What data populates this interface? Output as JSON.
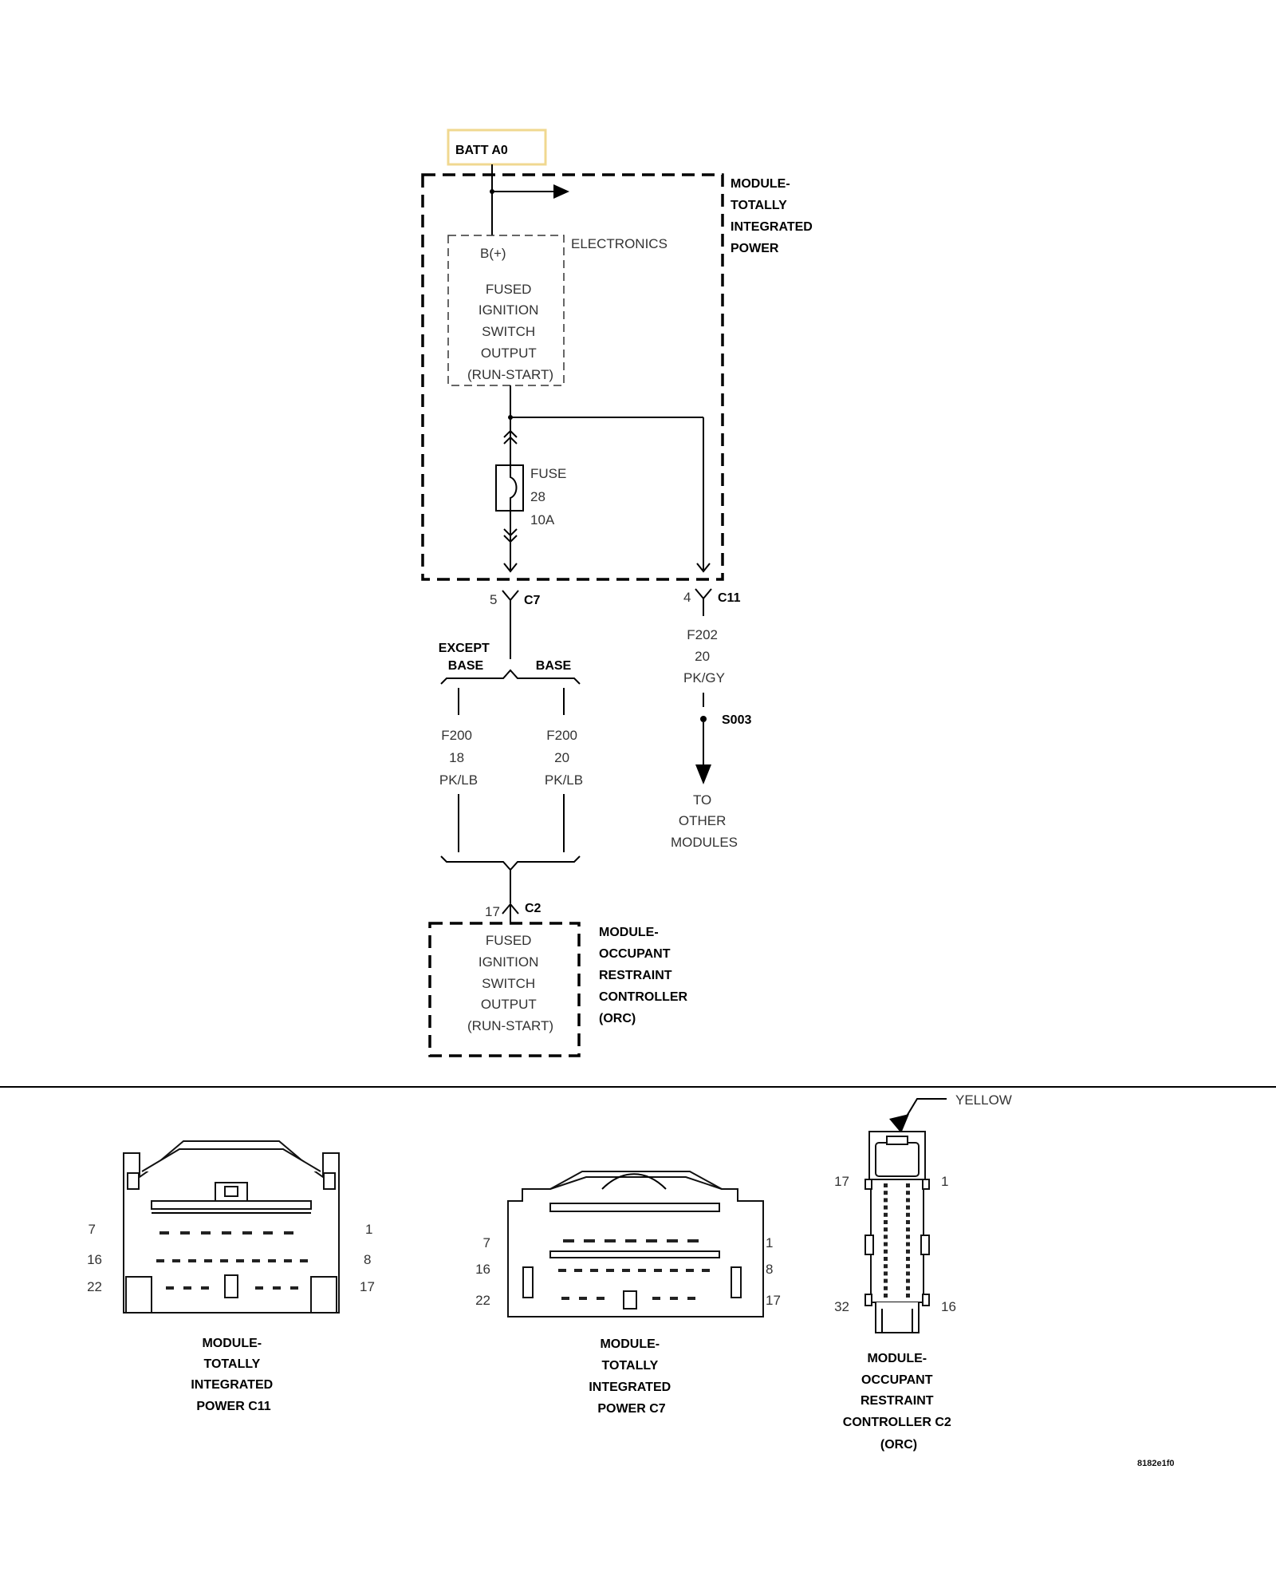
{
  "schematic": {
    "batt_label": "BATT A0",
    "tipm_module": [
      "MODULE-",
      "TOTALLY",
      "INTEGRATED",
      "POWER"
    ],
    "electronics_label": "ELECTRONICS",
    "bplus_label": "B(+)",
    "fused_output_tipm": [
      "FUSED",
      "IGNITION",
      "SWITCH",
      "OUTPUT",
      "(RUN-START)"
    ],
    "fuse": [
      "FUSE",
      "28",
      "10A"
    ],
    "c7_pin": "5",
    "c7_label": "C7",
    "c11_pin": "4",
    "c11_label": "C11",
    "c11_wire": [
      "F202",
      "20",
      "PK/GY"
    ],
    "splice_label": "S003",
    "to_other": [
      "TO",
      "OTHER",
      "MODULES"
    ],
    "except_base": [
      "EXCEPT",
      "BASE"
    ],
    "base_label": "BASE",
    "wire_except": [
      "F200",
      "18",
      "PK/LB"
    ],
    "wire_base": [
      "F200",
      "20",
      "PK/LB"
    ],
    "c2_pin": "17",
    "c2_label": "C2",
    "fused_output_orc": [
      "FUSED",
      "IGNITION",
      "SWITCH",
      "OUTPUT",
      "(RUN-START)"
    ],
    "orc_module": [
      "MODULE-",
      "OCCUPANT",
      "RESTRAINT",
      "CONTROLLER",
      "(ORC)"
    ]
  },
  "connectors": {
    "c11": {
      "pins_left": [
        "7",
        "16",
        "22"
      ],
      "pins_right": [
        "1",
        "8",
        "17"
      ],
      "caption": [
        "MODULE-",
        "TOTALLY",
        "INTEGRATED",
        "POWER C11"
      ]
    },
    "c7": {
      "pins_left": [
        "7",
        "16",
        "22"
      ],
      "pins_right": [
        "1",
        "8",
        "17"
      ],
      "caption": [
        "MODULE-",
        "TOTALLY",
        "INTEGRATED",
        "POWER C7"
      ]
    },
    "c2": {
      "color_label": "YELLOW",
      "pins_left": [
        "17",
        "32"
      ],
      "pins_right": [
        "1",
        "16"
      ],
      "caption": [
        "MODULE-",
        "OCCUPANT",
        "RESTRAINT",
        "CONTROLLER C2",
        "(ORC)"
      ]
    }
  },
  "figure_id": "8182e1f0",
  "colors": {
    "batt_box_border": "#f0d890",
    "line": "#000000"
  }
}
